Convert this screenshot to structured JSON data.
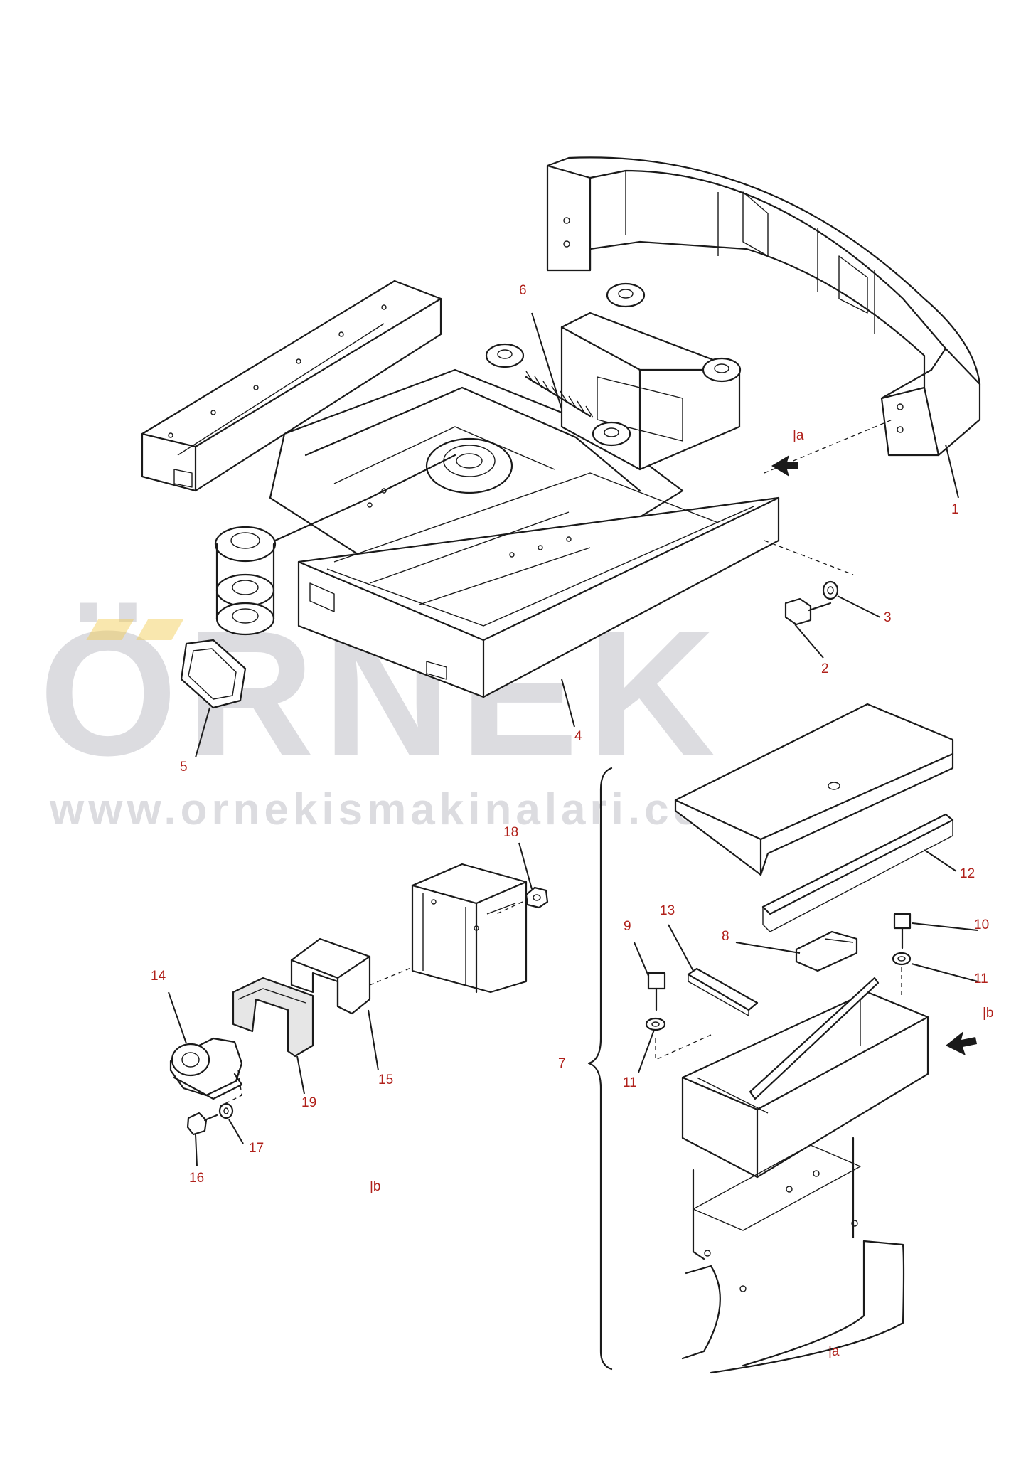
{
  "watermark": {
    "brand": "ÖRNEK",
    "url": "www.ornekismakinalari.com.tr"
  },
  "callouts": {
    "c1": "1",
    "c2": "2",
    "c3": "3",
    "c4": "4",
    "c5": "5",
    "c6": "6",
    "c7": "7",
    "c8": "8",
    "c9": "9",
    "c10": "10",
    "c11a": "11",
    "c11b": "11",
    "c12": "12",
    "c13": "13",
    "c14": "14",
    "c15": "15",
    "c16": "16",
    "c17": "17",
    "c18": "18",
    "c19": "19"
  },
  "references": {
    "a_top": "|a",
    "b_right": "|b",
    "b_left": "|b",
    "a_bottom": "|a"
  },
  "colors": {
    "callout": "#b0201a",
    "line": "#1a1a1a",
    "watermark_accent": "#f2c94c"
  }
}
